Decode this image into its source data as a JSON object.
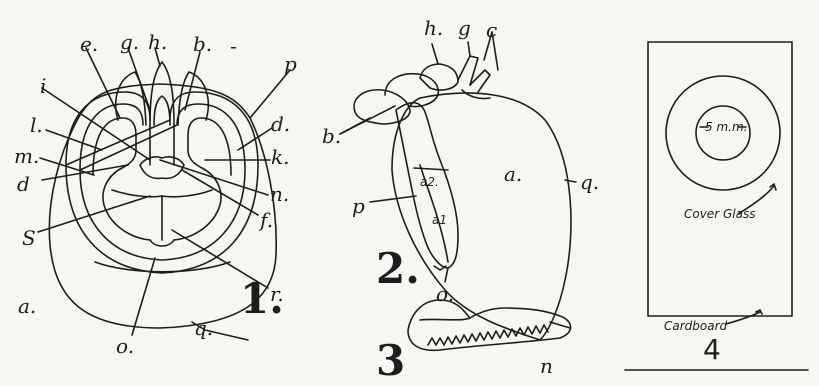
{
  "figure1": {
    "number": "1.",
    "labels": {
      "e": "e.",
      "g": "g.",
      "h": "h.",
      "b": "b.",
      "dash": "-",
      "p": "p",
      "i": "i",
      "d_right": "d.",
      "l": "l.",
      "k": "k.",
      "m": "m.",
      "n": "n.",
      "d_left": "d",
      "f": "f.",
      "s": "S",
      "a": "a.",
      "r": "r.",
      "o": "o.",
      "q": "q."
    }
  },
  "figure2": {
    "number": "2.",
    "labels": {
      "h": "h.",
      "g": "g",
      "c": "c",
      "b": "b.",
      "a": "a.",
      "q": "q.",
      "a2": "a2.",
      "a1": "a1",
      "p": "p",
      "o": "o."
    }
  },
  "figure3": {
    "number": "3",
    "labels": {
      "n": "n"
    }
  },
  "figure4": {
    "number": "4",
    "labels": {
      "dimension": "5 m.m.",
      "cover_glass": "Cover Glass",
      "cardboard": "Cardboard"
    }
  }
}
